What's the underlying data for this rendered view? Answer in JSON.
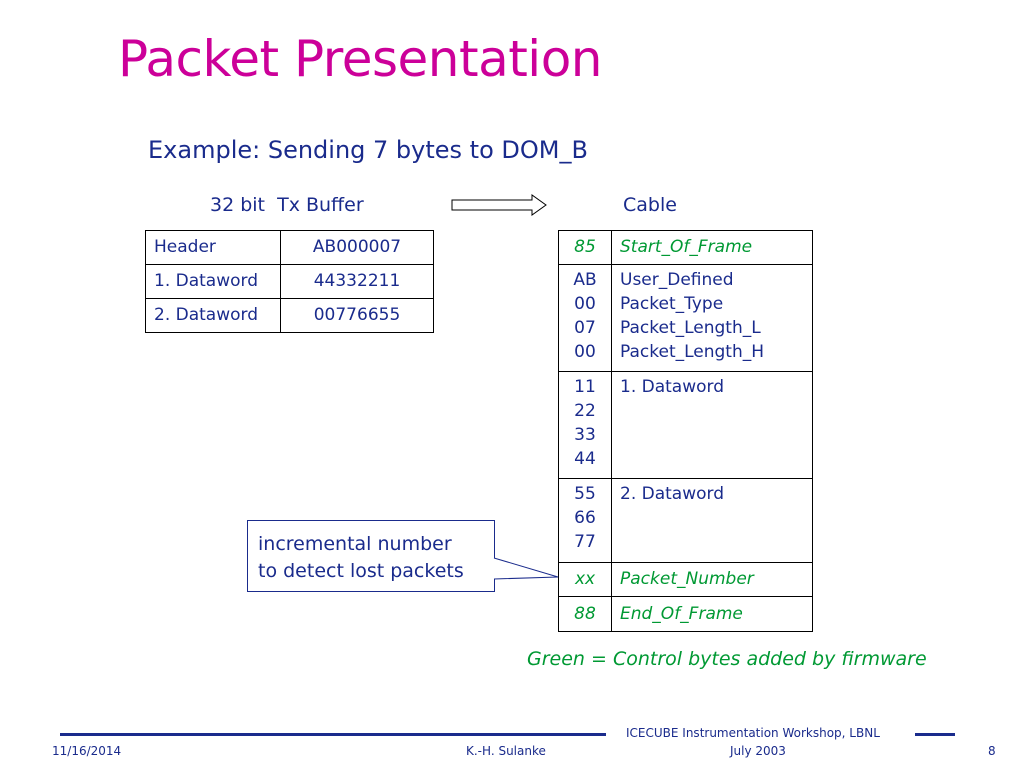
{
  "title": "Packet Presentation",
  "subtitle": "Example: Sending 7 bytes to DOM_B",
  "tx_buffer": {
    "label": "32 bit  Tx Buffer",
    "rows": [
      {
        "name": "Header",
        "value": "AB000007"
      },
      {
        "name": "1. Dataword",
        "value": "44332211"
      },
      {
        "name": "2. Dataword",
        "value": "00776655"
      }
    ]
  },
  "cable": {
    "label": "Cable",
    "rows": [
      {
        "bytes": [
          "85"
        ],
        "desc": [
          "Start_Of_Frame"
        ],
        "control": true
      },
      {
        "bytes": [
          "AB",
          "00",
          "07",
          "00"
        ],
        "desc": [
          "User_Defined",
          "Packet_Type",
          "Packet_Length_L",
          "Packet_Length_H"
        ],
        "control": false
      },
      {
        "bytes": [
          "11",
          "22",
          "33",
          "44"
        ],
        "desc": [
          "1. Dataword"
        ],
        "control": false
      },
      {
        "bytes": [
          "55",
          "66",
          "77"
        ],
        "desc": [
          "2. Dataword"
        ],
        "control": false
      },
      {
        "bytes": [
          "xx"
        ],
        "desc": [
          "Packet_Number"
        ],
        "control": true
      },
      {
        "bytes": [
          "88"
        ],
        "desc": [
          "End_Of_Frame"
        ],
        "control": true
      }
    ]
  },
  "callout": {
    "lines": [
      "incremental number",
      "to detect lost packets"
    ]
  },
  "legend": "Green = Control bytes added by firmware",
  "footer": {
    "date": "11/16/2014",
    "author": "K.-H. Sulanke",
    "event": "ICECUBE Instrumentation Workshop, LBNL",
    "event_date": "July 2003",
    "page": "8"
  },
  "colors": {
    "title": "#cc0099",
    "text": "#1a2b8c",
    "control": "#009933"
  }
}
